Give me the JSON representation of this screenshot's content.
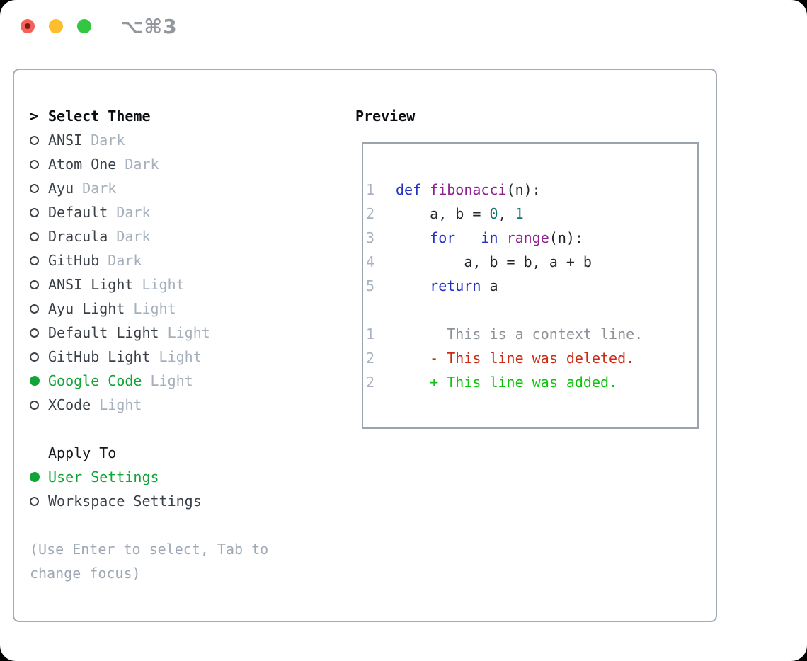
{
  "titlebar": {
    "title": "⌥⌘3"
  },
  "theme_list": {
    "cursor": ">",
    "header": "Select Theme",
    "items": [
      {
        "name": "ANSI",
        "variant": "Dark",
        "selected": false
      },
      {
        "name": "Atom One",
        "variant": "Dark",
        "selected": false
      },
      {
        "name": "Ayu",
        "variant": "Dark",
        "selected": false
      },
      {
        "name": "Default",
        "variant": "Dark",
        "selected": false
      },
      {
        "name": "Dracula",
        "variant": "Dark",
        "selected": false
      },
      {
        "name": "GitHub",
        "variant": "Dark",
        "selected": false
      },
      {
        "name": "ANSI Light",
        "variant": "Light",
        "selected": false
      },
      {
        "name": "Ayu Light",
        "variant": "Light",
        "selected": false
      },
      {
        "name": "Default Light",
        "variant": "Light",
        "selected": false
      },
      {
        "name": "GitHub Light",
        "variant": "Light",
        "selected": false
      },
      {
        "name": "Google Code",
        "variant": "Light",
        "selected": true
      },
      {
        "name": "XCode",
        "variant": "Light",
        "selected": false
      }
    ]
  },
  "apply_to": {
    "header": "Apply To",
    "options": [
      {
        "label": "User Settings",
        "selected": true
      },
      {
        "label": "Workspace Settings",
        "selected": false
      }
    ]
  },
  "hint": "(Use Enter to select, Tab to change focus)",
  "preview": {
    "label": "Preview",
    "lines": [
      {
        "num": "1",
        "tokens": [
          {
            "t": "def",
            "c": "kw"
          },
          {
            "t": " "
          },
          {
            "t": "fibonacci",
            "c": "fn"
          },
          {
            "t": "(n):"
          }
        ]
      },
      {
        "num": "2",
        "tokens": [
          {
            "t": "    a, b = "
          },
          {
            "t": "0",
            "c": "num"
          },
          {
            "t": ", "
          },
          {
            "t": "1",
            "c": "num"
          }
        ]
      },
      {
        "num": "3",
        "tokens": [
          {
            "t": "    "
          },
          {
            "t": "for",
            "c": "kw"
          },
          {
            "t": " _ "
          },
          {
            "t": "in",
            "c": "kw"
          },
          {
            "t": " "
          },
          {
            "t": "range",
            "c": "fn"
          },
          {
            "t": "(n):"
          }
        ]
      },
      {
        "num": "4",
        "tokens": [
          {
            "t": "        a, b = b, a + b"
          }
        ]
      },
      {
        "num": "5",
        "tokens": [
          {
            "t": "    "
          },
          {
            "t": "return",
            "c": "kw"
          },
          {
            "t": " a"
          }
        ]
      },
      {
        "num": "",
        "tokens": []
      },
      {
        "num": "1",
        "tokens": [
          {
            "t": "      This is a context line.",
            "c": "ctx"
          }
        ]
      },
      {
        "num": "2",
        "tokens": [
          {
            "t": "    - This line was deleted.",
            "c": "del"
          }
        ]
      },
      {
        "num": "2",
        "tokens": [
          {
            "t": "    + This line was added.",
            "c": "add"
          }
        ]
      }
    ]
  },
  "colors": {
    "selection_green": "#12a437",
    "keyword_blue": "#2230c4",
    "function_purple": "#8e2190",
    "number_teal": "#0e716c",
    "diff_deleted_red": "#cc2a14",
    "diff_added_green": "#0cc40c",
    "muted_gray": "#a6b0bc",
    "border_gray": "#9aa3ae"
  },
  "icons": {
    "traffic_red": "close-window",
    "traffic_yellow": "minimize-window",
    "traffic_green": "zoom-window",
    "radio_unselected": "circle-open",
    "radio_selected": "circle-filled-green"
  }
}
